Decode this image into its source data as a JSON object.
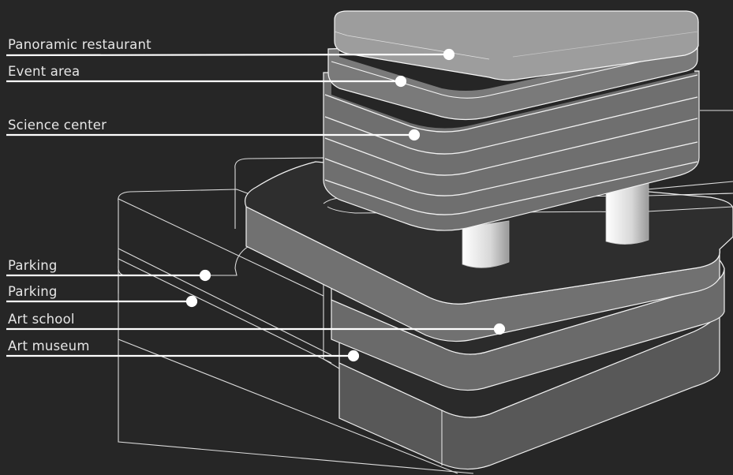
{
  "labels": [
    {
      "id": "panoramic-restaurant",
      "text": "Panoramic restaurant"
    },
    {
      "id": "event-area",
      "text": "Event area"
    },
    {
      "id": "science-center",
      "text": "Science center"
    },
    {
      "id": "parking-1",
      "text": "Parking"
    },
    {
      "id": "parking-2",
      "text": "Parking"
    },
    {
      "id": "art-school",
      "text": "Art school"
    },
    {
      "id": "art-museum",
      "text": "Art museum"
    }
  ],
  "colors": {
    "background": "#262626",
    "outline": "#e8e8e8",
    "leader": "#ffffff",
    "label_text": "#e6e6e6"
  }
}
